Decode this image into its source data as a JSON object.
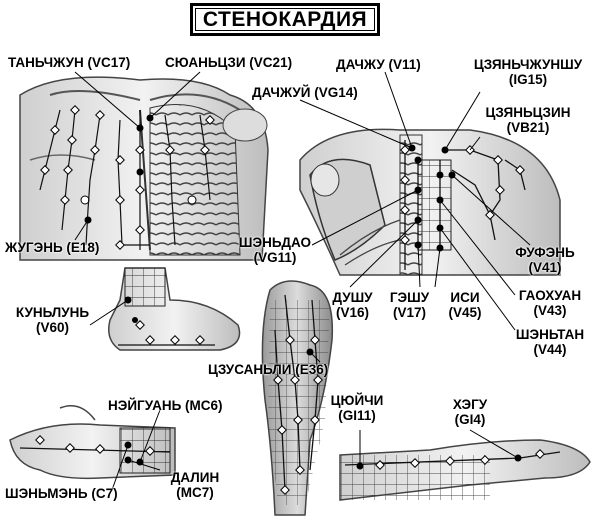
{
  "title": "СТЕНОКАРДИЯ",
  "labels": {
    "tanchzhun": "ТАНЬЧЖУН (VC17)",
    "syuanczi": "СЮАНЬЦЗИ (VC21)",
    "dachzhu": "ДАЧЖУ (V11)",
    "czyanchzhunshu_1": "ЦЗЯНЬЧЖУНШУ",
    "czyanchzhunshu_2": "(IG15)",
    "dachzhuy": "ДАЧЖУЙ (VG14)",
    "czyanczin_1": "ЦЗЯНЬЦЗИН",
    "czyanczin_2": "(VB21)",
    "shendao_1": "ШЭНЬДАО",
    "shendao_2": "(VG11)",
    "zhugen": "ЖУГЭНЬ (E18)",
    "fufen_1": "ФУФЭНЬ",
    "fufen_2": "(V41)",
    "dushu_1": "ДУШУ",
    "dushu_2": "(V16)",
    "geshu_1": "ГЭШУ",
    "geshu_2": "(V17)",
    "isi_1": "ИСИ",
    "isi_2": "(V45)",
    "gaohuan_1": "ГАОХУАН",
    "gaohuan_2": "(V43)",
    "kunlun_1": "КУНЬЛУНЬ",
    "kunlun_2": "(V60)",
    "shentan_1": "ШЭНЬТАН",
    "shentan_2": "(V44)",
    "czusanli": "ЦЗУСАНЬЛИ (E36)",
    "neyguan": "НЭЙГУАНЬ (МС6)",
    "cyuychi_1": "ЦЮЙЧИ",
    "cyuychi_2": "(GI11)",
    "hegu_1": "ХЭГУ",
    "hegu_2": "(GI4)",
    "dalin_1": "ДАЛИН",
    "dalin_2": "(МС7)",
    "shenmen": "ШЭНЬМЭНЬ (С7)"
  }
}
